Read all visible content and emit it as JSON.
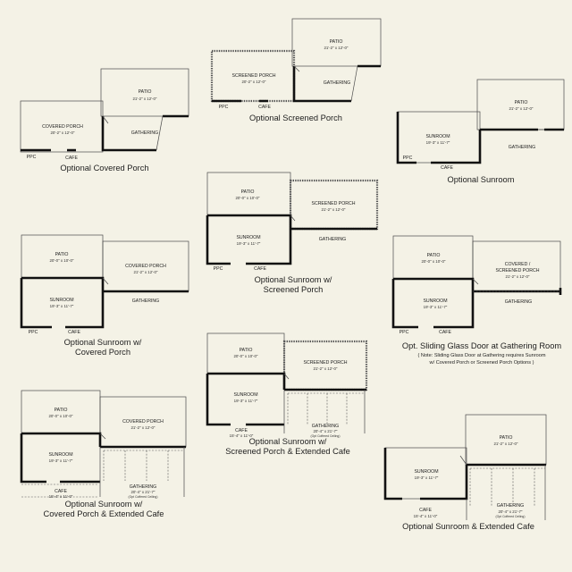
{
  "plans": [
    {
      "caption": [
        "Optional Covered Porch"
      ],
      "rooms": [
        {
          "label": "PATIO",
          "dim": "21'-2\" x 12'-0\""
        },
        {
          "label": "COVERED PORCH",
          "dim": "20'-2\" x 12'-0\""
        },
        {
          "label": "GATHERING",
          "dim": ""
        },
        {
          "label": "PPC",
          "dim": ""
        },
        {
          "label": "CAFE",
          "dim": ""
        }
      ]
    },
    {
      "caption": [
        "Optional Screened Porch"
      ],
      "rooms": [
        {
          "label": "PATIO",
          "dim": "21'-2\" x 12'-0\""
        },
        {
          "label": "SCREENED PORCH",
          "dim": "20'-2\" x 12'-0\""
        },
        {
          "label": "GATHERING",
          "dim": ""
        },
        {
          "label": "PPC",
          "dim": ""
        },
        {
          "label": "CAFE",
          "dim": ""
        }
      ]
    },
    {
      "caption": [
        "Optional Sunroom"
      ],
      "rooms": [
        {
          "label": "PATIO",
          "dim": "21'-2\" x 12'-0\""
        },
        {
          "label": "SUNROOM",
          "dim": "19'-3\" x 11'-7\""
        },
        {
          "label": "GATHERING",
          "dim": ""
        },
        {
          "label": "PPC",
          "dim": ""
        },
        {
          "label": "CAFE",
          "dim": ""
        }
      ]
    },
    {
      "caption": [
        "Optional Sunroom w/",
        "Screened Porch"
      ],
      "rooms": [
        {
          "label": "PATIO",
          "dim": "20'-0\" x 10'-0\""
        },
        {
          "label": "SUNROOM",
          "dim": "19'-3\" x 11'-7\""
        },
        {
          "label": "SCREENED PORCH",
          "dim": "21'-2\" x 12'-0\""
        },
        {
          "label": "GATHERING",
          "dim": ""
        },
        {
          "label": "PPC",
          "dim": ""
        },
        {
          "label": "CAFE",
          "dim": ""
        }
      ]
    },
    {
      "caption": [
        "Optional Sunroom w/",
        "Covered Porch"
      ],
      "rooms": [
        {
          "label": "PATIO",
          "dim": "20'-0\" x 10'-0\""
        },
        {
          "label": "SUNROOM",
          "dim": "19'-3\" x 11'-7\""
        },
        {
          "label": "COVERED PORCH",
          "dim": "21'-2\" x 12'-0\""
        },
        {
          "label": "GATHERING",
          "dim": ""
        },
        {
          "label": "PPC",
          "dim": ""
        },
        {
          "label": "CAFE",
          "dim": ""
        }
      ]
    },
    {
      "caption": [
        "Opt. Sliding Glass Door at Gathering Room"
      ],
      "note": [
        "( Note: Sliding Glass Door at Gathering requires Sunroom",
        "w/ Covered Porch or Screened Porch Options )"
      ],
      "rooms": [
        {
          "label": "PATIO",
          "dim": "20'-0\" x 10'-0\""
        },
        {
          "label": "SUNROOM",
          "dim": "19'-3\" x 11'-7\""
        },
        {
          "label": "COVERED /",
          "dim": ""
        },
        {
          "label": "SCREENED PORCH",
          "dim": "21'-2\" x 12'-0\""
        },
        {
          "label": "GATHERING",
          "dim": ""
        },
        {
          "label": "PPC",
          "dim": ""
        },
        {
          "label": "CAFE",
          "dim": ""
        }
      ]
    },
    {
      "caption": [
        "Optional Sunroom w/",
        "Screened Porch & Extended Cafe"
      ],
      "rooms": [
        {
          "label": "PATIO",
          "dim": "20'-0\" x 10'-0\""
        },
        {
          "label": "SUNROOM",
          "dim": "19'-3\" x 11'-7\""
        },
        {
          "label": "SCREENED PORCH",
          "dim": "21'-2\" x 12'-0\""
        },
        {
          "label": "GATHERING",
          "dim": "20'-4\" x 21'-7\""
        },
        {
          "label": "(Opt Coffered Ceiling)",
          "dim": ""
        },
        {
          "label": "CAFE",
          "dim": "15'-4\" x 11'-0\""
        }
      ]
    },
    {
      "caption": [
        "Optional Sunroom w/",
        "Covered Porch & Extended Cafe"
      ],
      "rooms": [
        {
          "label": "PATIO",
          "dim": "20'-0\" x 10'-0\""
        },
        {
          "label": "SUNROOM",
          "dim": "19'-3\" x 11'-7\""
        },
        {
          "label": "COVERED PORCH",
          "dim": "21'-2\" x 12'-0\""
        },
        {
          "label": "GATHERING",
          "dim": "20'-4\" x 21'-7\""
        },
        {
          "label": "(Opt Coffered Ceiling)",
          "dim": ""
        },
        {
          "label": "CAFE",
          "dim": "15'-4\" x 11'-0\""
        }
      ]
    },
    {
      "caption": [
        "Optional Sunroom & Extended Cafe"
      ],
      "rooms": [
        {
          "label": "PATIO",
          "dim": "21'-2\" x 12'-0\""
        },
        {
          "label": "SUNROOM",
          "dim": "19'-3\" x 11'-7\""
        },
        {
          "label": "GATHERING",
          "dim": "20'-4\" x 21'-7\""
        },
        {
          "label": "(Opt Coffered Ceiling)",
          "dim": ""
        },
        {
          "label": "CAFE",
          "dim": "15'-4\" x 11'-0\""
        }
      ]
    }
  ]
}
